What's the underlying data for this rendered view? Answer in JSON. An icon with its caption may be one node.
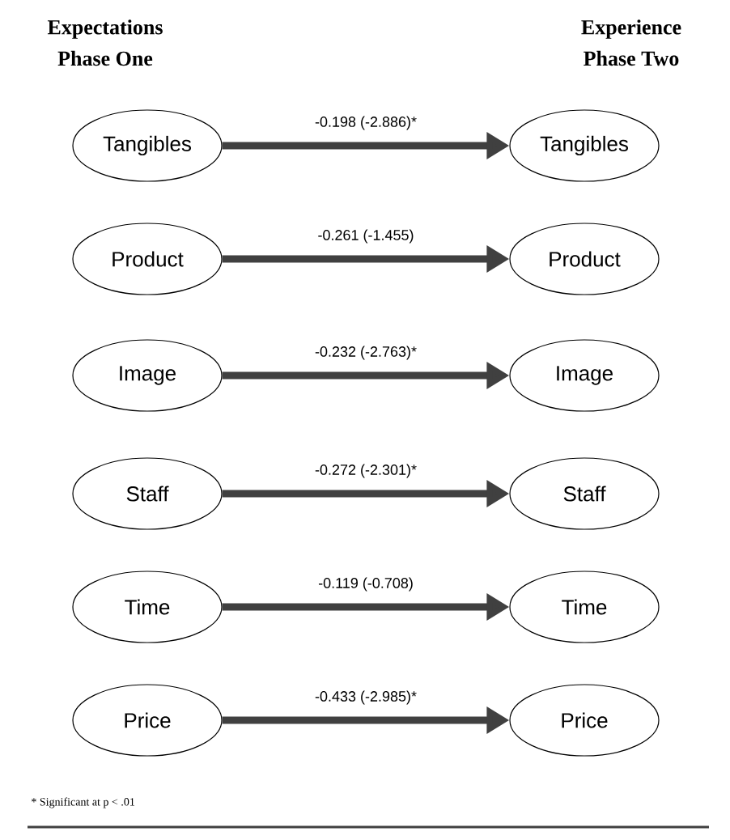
{
  "diagram": {
    "nodes": [
      {
        "text": [
          "Tangibles"
        ]
      },
      {
        "text": [
          "Tangibles"
        ]
      },
      {
        "text": [
          "Product"
        ]
      },
      {
        "text": [
          "Product"
        ]
      },
      {
        "text": [
          "Image"
        ]
      },
      {
        "text": [
          "Image"
        ]
      },
      {
        "text": [
          "Staff"
        ]
      },
      {
        "text": [
          "Staff"
        ]
      },
      {
        "text": [
          "Time"
        ]
      },
      {
        "text": [
          "Time"
        ]
      },
      {
        "text": [
          "Price"
        ]
      },
      {
        "text": [
          "Price"
        ]
      }
    ],
    "edges": [
      {
        "from": 0,
        "to": 1,
        "arrow": "to",
        "label": "-0.198 (-2.886)*"
      },
      {
        "from": 2,
        "to": 3,
        "arrow": "to",
        "label": "-0.261 (-1.455)"
      },
      {
        "from": 4,
        "to": 5,
        "arrow": "to",
        "label": "-0.232 (-2.763)*"
      },
      {
        "from": 6,
        "to": 7,
        "arrow": "to",
        "label": "-0.272 (-2.301)*"
      },
      {
        "from": 8,
        "to": 9,
        "arrow": "to",
        "label": "-0.119 (-0.708)"
      },
      {
        "from": 10,
        "to": 11,
        "arrow": "to",
        "label": "-0.433 (-2.985)*"
      }
    ],
    "labels": [
      "Expectations",
      "Phase One",
      "Experience",
      "Phase Two",
      "* Significant at p < .01"
    ]
  }
}
